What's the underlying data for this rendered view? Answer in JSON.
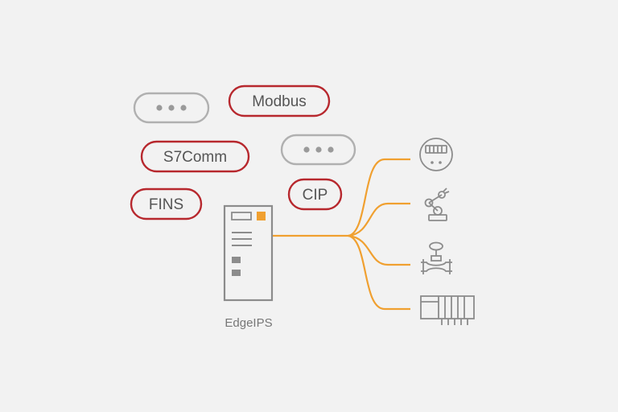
{
  "protocols": [
    {
      "label": "Modbus",
      "highlighted": true
    },
    {
      "label": "S7Comm",
      "highlighted": true
    },
    {
      "label": "FINS",
      "highlighted": true
    },
    {
      "label": "CIP",
      "highlighted": true
    },
    {
      "label": "",
      "highlighted": false
    },
    {
      "label": "",
      "highlighted": false
    }
  ],
  "device": {
    "label": "EdgeIPS"
  },
  "endpoints": [
    {
      "icon": "meter-icon"
    },
    {
      "icon": "robot-arm-icon"
    },
    {
      "icon": "valve-icon"
    },
    {
      "icon": "plc-rack-icon"
    }
  ],
  "colors": {
    "background": "#f2f2f2",
    "protocol_border": "#b7282e",
    "placeholder_border": "#b0b0b0",
    "connection": "#f0a030",
    "device_stroke": "#8c8c8c",
    "device_indicator": "#f0a030"
  }
}
